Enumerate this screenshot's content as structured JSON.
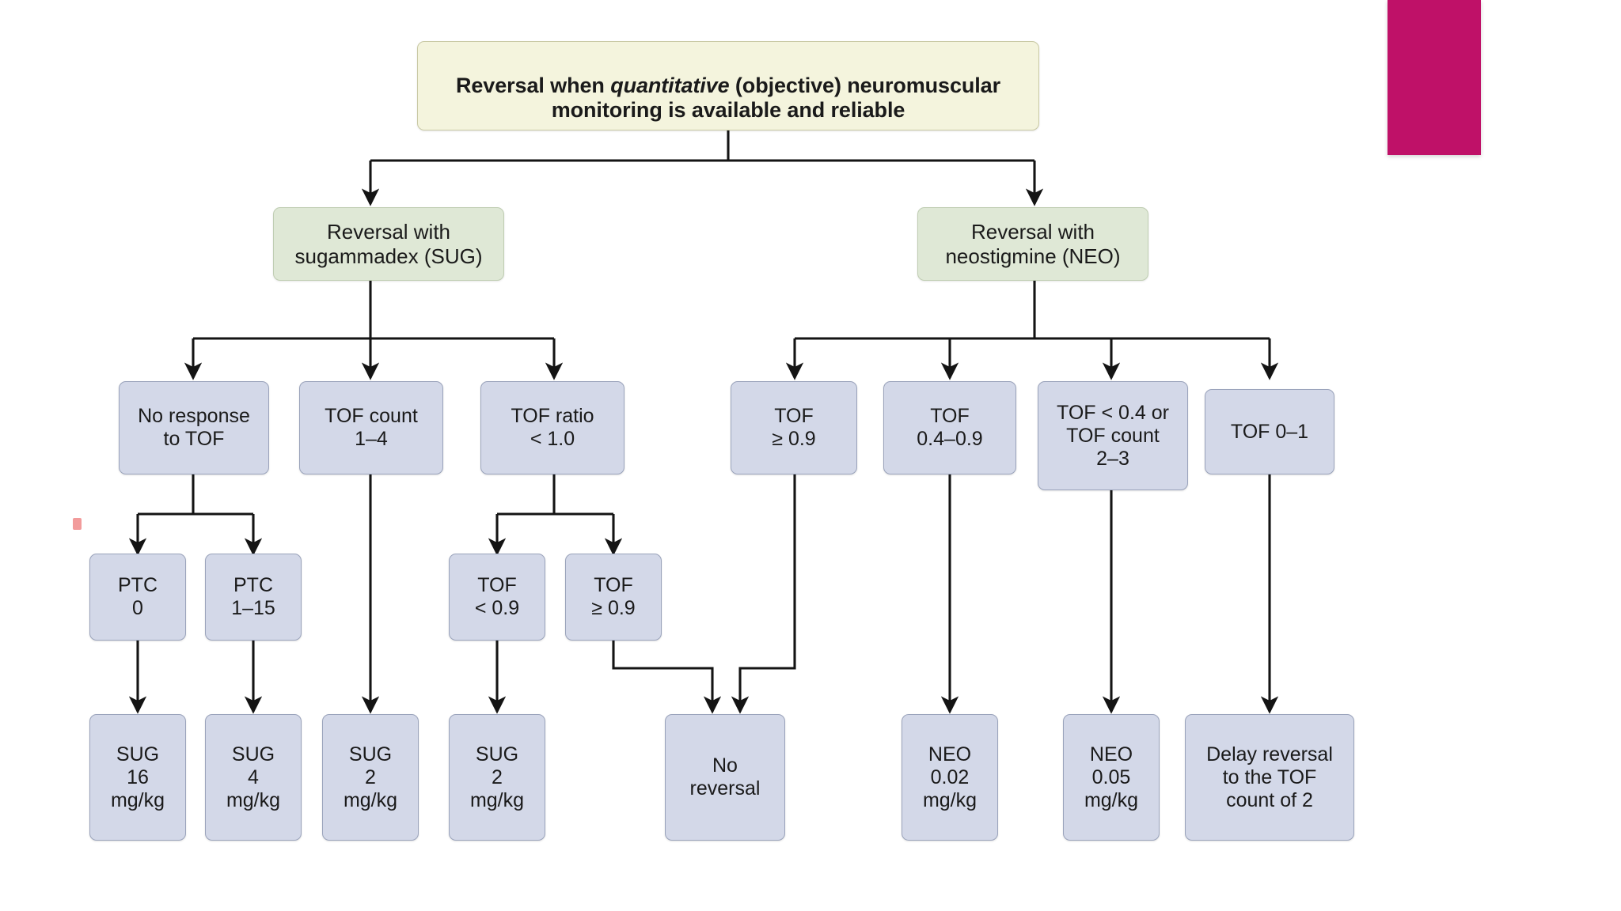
{
  "diagram": {
    "title_box": {
      "text_before_italic": "Reversal when ",
      "italic_word": "quantitative",
      "text_after_italic": " (objective) neuromuscular monitoring is available and reliable",
      "full_text": "Reversal when quantitative (objective) neuromuscular monitoring is available and reliable",
      "fill_color": "#f4f4dd",
      "border_color": "#c9c9a4"
    },
    "branch_nodes": [
      {
        "id": "sug",
        "label": "Reversal with\nsugammadex (SUG)",
        "fill_color": "#dfe8d6"
      },
      {
        "id": "neo",
        "label": "Reversal with\nneostigmine (NEO)",
        "fill_color": "#dfe8d6"
      }
    ],
    "level2_nodes": [
      {
        "id": "no-response-tof",
        "label": "No response\nto TOF"
      },
      {
        "id": "tof-count-1-4",
        "label": "TOF count\n1–4"
      },
      {
        "id": "tof-ratio-lt-1",
        "label": "TOF ratio\n< 1.0"
      },
      {
        "id": "tof-ge-09",
        "label": "TOF\n≥ 0.9"
      },
      {
        "id": "tof-04-09",
        "label": "TOF\n0.4–0.9"
      },
      {
        "id": "tof-lt-04-or-count-2-3",
        "label": "TOF < 0.4 or\nTOF count\n2–3"
      },
      {
        "id": "tof-0-1",
        "label": "TOF 0–1"
      }
    ],
    "level3_nodes": [
      {
        "id": "ptc-0",
        "label": "PTC\n0"
      },
      {
        "id": "ptc-1-15",
        "label": "PTC\n1–15"
      },
      {
        "id": "tof-lt-09",
        "label": "TOF\n< 0.9"
      },
      {
        "id": "tof-ge-09-sug",
        "label": "TOF\n≥ 0.9"
      }
    ],
    "outcome_nodes": [
      {
        "id": "sug-16",
        "label": "SUG\n16\nmg/kg"
      },
      {
        "id": "sug-4",
        "label": "SUG\n4\nmg/kg"
      },
      {
        "id": "sug-2-a",
        "label": "SUG\n2\nmg/kg"
      },
      {
        "id": "sug-2-b",
        "label": "SUG\n2\nmg/kg"
      },
      {
        "id": "no-reversal",
        "label": "No\nreversal"
      },
      {
        "id": "neo-002",
        "label": "NEO\n0.02\nmg/kg"
      },
      {
        "id": "neo-005",
        "label": "NEO\n0.05\nmg/kg"
      },
      {
        "id": "delay-reversal",
        "label": "Delay reversal\nto the TOF\ncount of 2"
      }
    ],
    "node_fill_blue": "#d3d8e8",
    "node_border_blue": "#9aa3bb",
    "edge_color": "#141414",
    "background_color": "#ffffff",
    "pink_block_color": "#bf1168"
  }
}
